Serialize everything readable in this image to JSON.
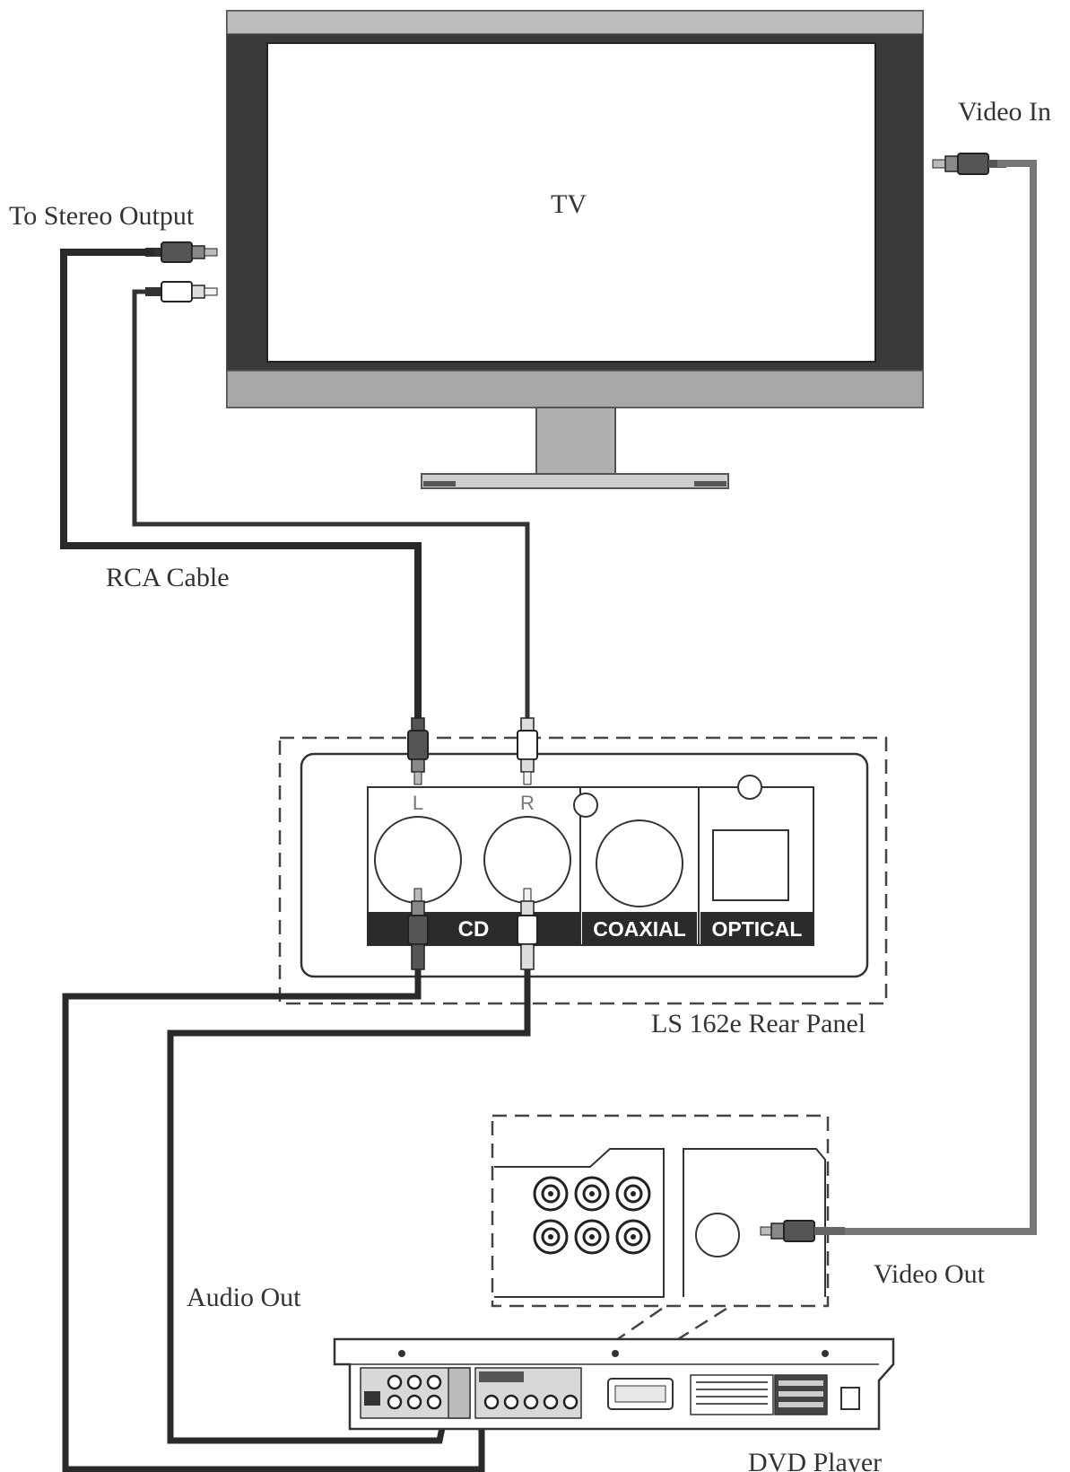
{
  "labels": {
    "tv": "TV",
    "to_stereo_output": "To Stereo Output",
    "video_in": "Video In",
    "rca_cable": "RCA Cable",
    "rear_panel_caption": "LS 162e Rear Panel",
    "audio_out": "Audio Out",
    "video_out": "Video Out",
    "dvd_player": "DVD Player"
  },
  "rear_panel": {
    "jack_left": "L",
    "jack_right": "R",
    "cd": "CD",
    "coaxial": "COAXIAL",
    "optical": "OPTICAL"
  },
  "colors": {
    "cable_dark": "#2a2a2a",
    "cable_gray": "#777777",
    "tv_bezel": "#3a3a3a",
    "tv_frame": "#a7a7a7",
    "panel_band": "#2b2b2b"
  }
}
